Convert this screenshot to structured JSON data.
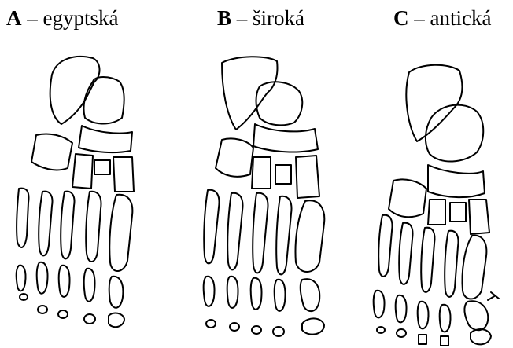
{
  "figure": {
    "panels": [
      {
        "letter": "A",
        "name": "egyptská"
      },
      {
        "letter": "B",
        "name": "široká"
      },
      {
        "letter": "C",
        "name": "antická"
      }
    ],
    "separator": " – "
  }
}
